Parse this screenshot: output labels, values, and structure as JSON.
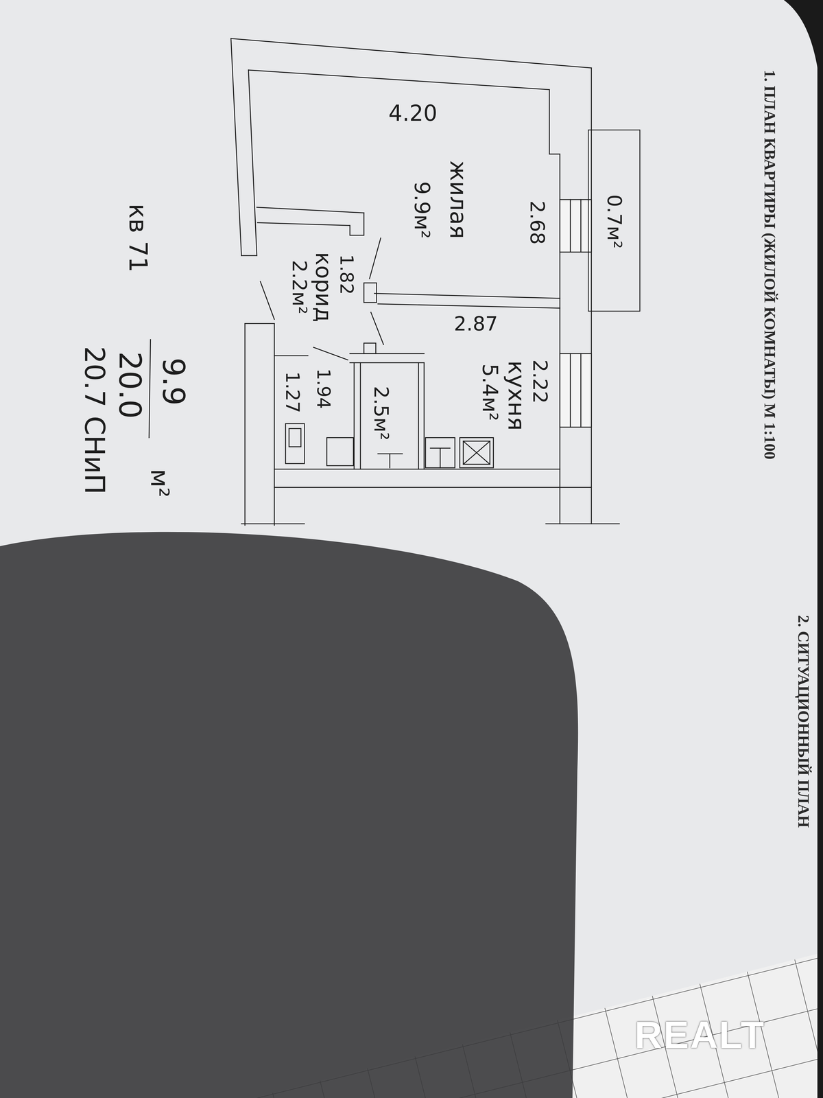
{
  "diagram": {
    "title": "1. ПЛАН КВАРТИРЫ (ЖИЛОЙ КОМНАТЫ) М 1:100",
    "nodes": [
      {
        "text": [
          "жилая",
          "9.9м²"
        ]
      },
      {
        "text": [
          "0.7м²"
        ]
      },
      {
        "text": [
          "корид",
          "2.2м²"
        ]
      },
      {
        "text": [
          "кухня",
          "5.4м²"
        ]
      },
      {
        "text": [
          "1.27"
        ]
      },
      {
        "text": [
          "2.5м²"
        ]
      }
    ],
    "labels": [
      "2. СИТУАЦИОННЫЙ ПЛАН",
      "4.20",
      "2.68",
      "1.82",
      "2.87",
      "2.22",
      "1.94",
      "кв 71",
      "9.9",
      "20.0",
      "м²",
      "20.7 СНиП",
      "REALT"
    ]
  }
}
